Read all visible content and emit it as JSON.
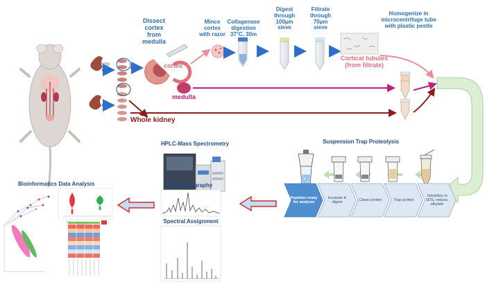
{
  "steps": {
    "dissect": "Dissect cortex from medulla",
    "mince": "Mince cortex with razor",
    "collagenase": "Collagenase digestion 37°C, 30m",
    "digest": "Digest through 100µm sieve",
    "filtrate": "Filtrate through 70µm sieve",
    "homogenize": "Homogenize in microcentrifuge tube with plastic pestle"
  },
  "labels": {
    "cortex": "cortex",
    "medulla": "medulla",
    "whole_kidney": "Whole kidney",
    "cortical_tubules_line1": "Cortical tubules",
    "cortical_tubules_line2": "(from filtrate)"
  },
  "sections": {
    "str_proteolysis": "Suspension Trap Proteolysis",
    "hplc_ms": "HPLC-Mass Spectrometry",
    "chromatography": "Chromatography",
    "spectral_assignment": "Spectral Assignment",
    "bioinformatics": "Bioinformatics Data Analysis"
  },
  "strap_steps": [
    "Peptides ready for analysis",
    "Incubate & digest",
    "Clean protein",
    "Trap protein",
    "Solubilize in SDS, reduce, alkylate"
  ],
  "colors": {
    "blue_arrow": "#2f6fc9",
    "step_text": "#2e6fb3",
    "cortex": "#e0707c",
    "medulla": "#b8237f",
    "whole_kidney": "#8e1a1a",
    "green_arrow": "#dcefd2",
    "chevron_fill": "#dde8f3",
    "chevron_active": "#4f8fd0"
  },
  "icons": [
    "mouse-illustration",
    "kidney-icon",
    "razor-icon",
    "tube-icon",
    "sieve-tube-icon",
    "microcentrifuge-tube-icon",
    "spin-column-icon",
    "mass-spectrometer-icon",
    "chromatogram-icon",
    "spectrum-icon",
    "heatmap-icon",
    "pca-plot-icon",
    "violin-plot-icon"
  ]
}
